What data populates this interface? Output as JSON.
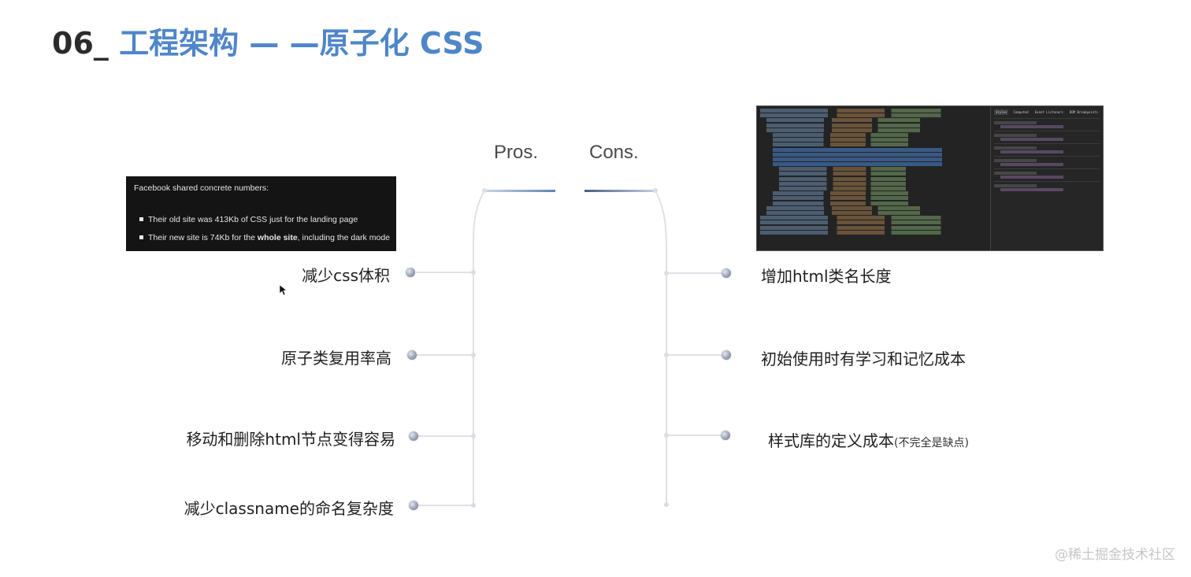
{
  "slide": {
    "number": "06_",
    "title": "工程架构 — —原子化 CSS"
  },
  "facebook_box": {
    "heading": "Facebook shared concrete numbers:",
    "bullets": [
      {
        "pre": "Their old site was 413Kb of CSS just for the landing page",
        "bold": "",
        "post": ""
      },
      {
        "pre": "Their new site is 74Kb for the ",
        "bold": "whole site",
        "post": ", including the dark mode"
      }
    ]
  },
  "devtools": {
    "tabs": [
      "Styles",
      "Computed",
      "Event Listeners",
      "DOM Breakpoints"
    ]
  },
  "columns": {
    "pros_label": "Pros.",
    "cons_label": "Cons."
  },
  "pros": [
    "减少css体积",
    "原子类复用率高",
    "移动和删除html节点变得容易",
    "减少classname的命名复杂度"
  ],
  "cons": [
    {
      "text": "增加html类名长度",
      "note": ""
    },
    {
      "text": "初始使用时有学习和记忆成本",
      "note": ""
    },
    {
      "text": "样式库的定义成本",
      "note": "(不完全是缺点)"
    }
  ],
  "watermark": "@稀土掘金技术社区",
  "colors": {
    "title_number": "#2b2b2b",
    "title_text": "#4f86c9",
    "line": "#dcdde2",
    "accent_bar": "#4f6fa6"
  }
}
